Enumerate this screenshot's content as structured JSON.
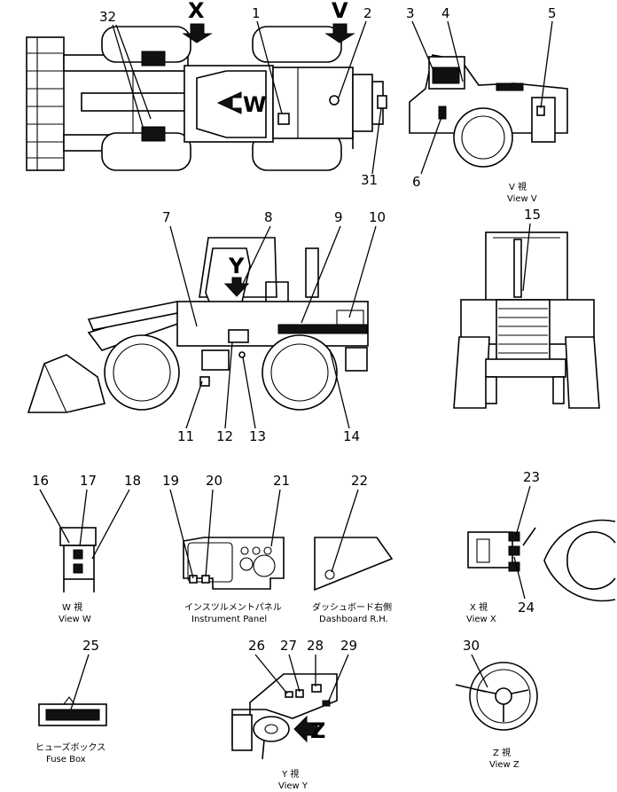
{
  "views": {
    "top": {
      "marker_x": "X",
      "marker_v": "V",
      "marker_w": "W"
    },
    "v": {
      "caption_jp": "V 視",
      "caption_en": "View V"
    },
    "side": {
      "marker_y": "Y"
    },
    "w": {
      "caption_jp": "W 視",
      "caption_en": "View W"
    },
    "instrument": {
      "caption_jp": "インスツルメントパネル",
      "caption_en": "Instrument Panel"
    },
    "dashboard": {
      "caption_jp": "ダッシュボード右側",
      "caption_en": "Dashboard R.H."
    },
    "x": {
      "caption_jp": "X 視",
      "caption_en": "View X"
    },
    "fuse": {
      "caption_jp": "ヒューズボックス",
      "caption_en": "Fuse Box"
    },
    "y": {
      "caption_jp": "Y 視",
      "caption_en": "View Y",
      "marker_z": "Z"
    },
    "z": {
      "caption_jp": "Z 視",
      "caption_en": "View Z"
    }
  },
  "callouts": [
    "1",
    "2",
    "3",
    "4",
    "5",
    "6",
    "7",
    "8",
    "9",
    "10",
    "11",
    "12",
    "13",
    "14",
    "15",
    "16",
    "17",
    "18",
    "19",
    "20",
    "21",
    "22",
    "23",
    "24",
    "25",
    "26",
    "27",
    "28",
    "29",
    "30",
    "31",
    "32"
  ]
}
